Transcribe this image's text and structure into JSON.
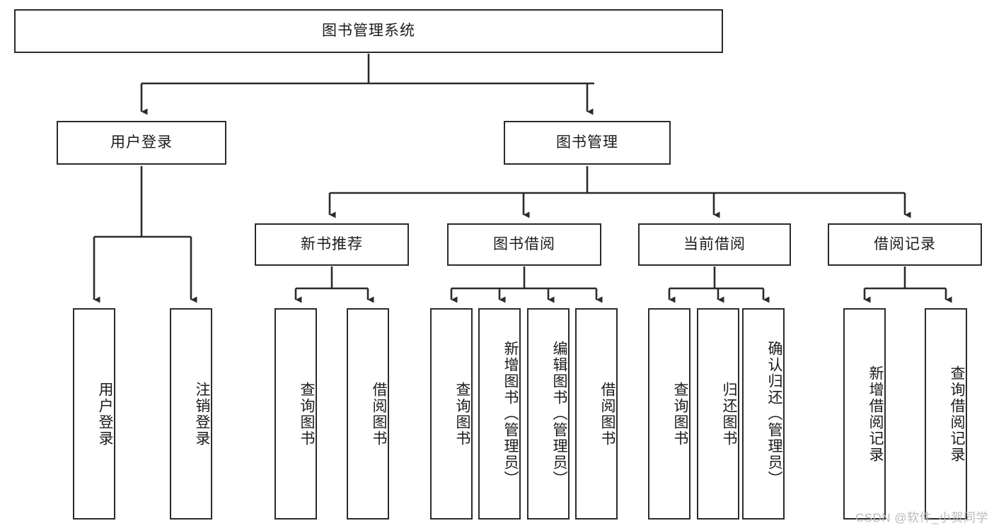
{
  "diagram": {
    "type": "tree",
    "title": "图书管理系统",
    "watermark": "CSDN @软件_小贺同学",
    "colors": {
      "background": "#ffffff",
      "stroke": "#2b2b2b",
      "text": "#1b1b1b",
      "watermark": "#b9b9b9"
    },
    "root": {
      "label": "图书管理系统"
    },
    "level2": [
      {
        "label": "用户登录"
      },
      {
        "label": "图书管理"
      }
    ],
    "level3": [
      {
        "label": "新书推荐"
      },
      {
        "label": "图书借阅"
      },
      {
        "label": "当前借阅"
      },
      {
        "label": "借阅记录"
      }
    ],
    "leaves": {
      "user_login": [
        {
          "label": "用户登录"
        },
        {
          "label": "注销登录"
        }
      ],
      "new_book_recommend": [
        {
          "label": "查询图书"
        },
        {
          "label": "借阅图书"
        }
      ],
      "book_borrow": [
        {
          "label": "查询图书"
        },
        {
          "label": "新增图书（管理员）"
        },
        {
          "label": "编辑图书（管理员）"
        },
        {
          "label": "借阅图书"
        }
      ],
      "current_borrow": [
        {
          "label": "查询图书"
        },
        {
          "label": "归还图书"
        },
        {
          "label": "确认归还（管理员）"
        }
      ],
      "borrow_record": [
        {
          "label": "新增借阅记录"
        },
        {
          "label": "查询借阅记录"
        }
      ]
    }
  }
}
